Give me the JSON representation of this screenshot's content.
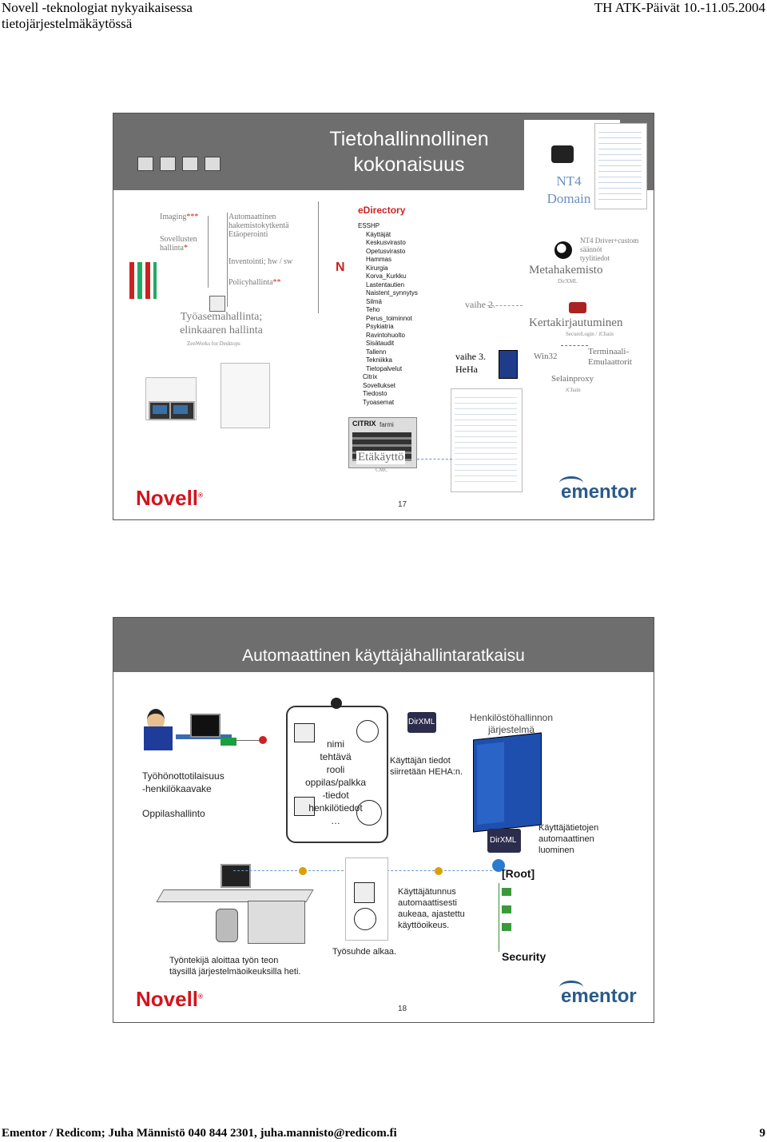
{
  "page": {
    "header_left_1": "Novell -teknologiat nykyaikaisessa",
    "header_left_2": "tietojärjestelmäkäytössä",
    "header_right": "TH ATK-Päivät 10.-11.05.2004",
    "footer_left": "Ementor / Redicom; Juha Männistö 040 844 2301, juha.mannisto@redicom.fi",
    "footer_right": "9"
  },
  "slide1": {
    "title_line1": "Tietohallinnollinen",
    "title_line2": "kokonaisuus",
    "imaging": "Imaging",
    "imaging_marks": "***",
    "sovellusten": "Sovellusten",
    "hallinta": "hallinta",
    "hallinta_mark": "*",
    "auto1": "Automaattinen",
    "auto2": "hakemistokytkentä",
    "auto3": "Etäoperointi",
    "inventointi": "Inventointi; hw / sw",
    "policy": "Policyhallinta",
    "policy_marks": "**",
    "tyoasema1": "Työasemahallinta;",
    "tyoasema2": "elinkaaren hallinta",
    "zenworks": "ZenWorks for Desktops",
    "edirectory": "eDirectory",
    "tree_items": [
      "ESSHP",
      "Käyttäjät",
      "Keskusvirasto",
      "Opetusvirasto",
      "Hammas",
      "Kirurgia",
      "Korva_Kurkku",
      "Lastentautien",
      "Naistent_synnytys",
      "Silmä",
      "Teho",
      "Perus_toiminnot",
      "Psykiatria",
      "Ravintohuolto",
      "Sisätaudit",
      "Tallenn",
      "Tekniikka",
      "Tietopalvelut",
      "Citrix",
      "Sovellukset",
      "Tiedosto",
      "Tyoasemat"
    ],
    "nt4_1": "NT4",
    "nt4_2": "Domain",
    "nt4_driver1": "NT4 Driver+custom",
    "nt4_driver2": "säännöt",
    "nt4_driver3": "tyylitiedot",
    "metahakemisto": "Metahakemisto",
    "dirxml": "DirXML",
    "vaihe2": "vaihe 2.",
    "vaihe3": "vaihe 3.",
    "heha": "HeHa",
    "kerta": "Kertakirjautuminen",
    "securelogin": "SecureLogin / iChain",
    "win32": "Win32",
    "terminaali1": "Terminaali-",
    "terminaali2": "Emulaattorit",
    "selainproxy": "Selainproxy",
    "ichain": "iChain",
    "citrix": "CITRIX",
    "farmi": "farmi",
    "etakaytto": "Etäkäyttö",
    "cmc": "CMC",
    "novell": "Novell",
    "ementor": "ementor",
    "page_no": "17"
  },
  "slide2": {
    "title": "Automaattinen käyttäjähallintaratkaisu",
    "henkilosto1": "Henkilöstöhallinnon",
    "henkilosto2": "järjestelmä",
    "tyohonotto": "Työhönottotilaisuus",
    "henkilokaavake": "-henkilökaavake",
    "oppilashallinto": "Oppilashallinto",
    "card_lines": [
      "nimi",
      "tehtävä",
      "rooli",
      "oppilas/palkka",
      "-tiedot",
      "henkilötiedot",
      "…"
    ],
    "kayttajan1": "Käyttäjän tiedot",
    "kayttajan2": "siirretään HEHA:n.",
    "dirxml": "DirXML",
    "kayttajatietojen1": "Käyttäjätietojen",
    "kayttajatietojen2": "automaattinen",
    "kayttajatietojen3": "luominen",
    "tunnus1": "Käyttäjätunnus",
    "tunnus2": "automaattisesti",
    "tunnus3": "aukeaa, ajastettu",
    "tunnus4": "käyttöoikeus.",
    "root": "[Root]",
    "security": "Security",
    "tyontekija1": "Työntekijä aloittaa työn teon",
    "tyontekija2": "täysillä järjestelmäoikeuksilla heti.",
    "tyosuhde": "Työsuhde alkaa.",
    "novell": "Novell",
    "ementor": "ementor",
    "page_no": "18"
  }
}
